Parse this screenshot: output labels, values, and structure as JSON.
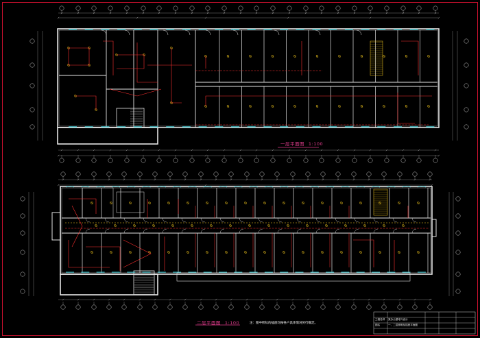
{
  "plans": {
    "first_floor": {
      "title": "一层平面图",
      "scale": "1:100"
    },
    "second_floor": {
      "title": "二层平面图",
      "scale": "1:100"
    }
  },
  "note": "注：图中所标的插座均按各户具体情况另行确定。",
  "title_block": {
    "project": "某办公楼电气设计",
    "drawing": "一、二层照明及插座平面图",
    "row_labels": [
      "工程名称",
      "图名"
    ]
  },
  "colors": {
    "background": "#000000",
    "frame": "#c8102e",
    "walls": "#e6e6e6",
    "grid": "#d0d0d0",
    "wiring": "#ff3030",
    "fixtures": "#ffd21e",
    "windows": "#28c8d2",
    "doors": "#f0f0f0",
    "titles": "#e03c8c"
  }
}
